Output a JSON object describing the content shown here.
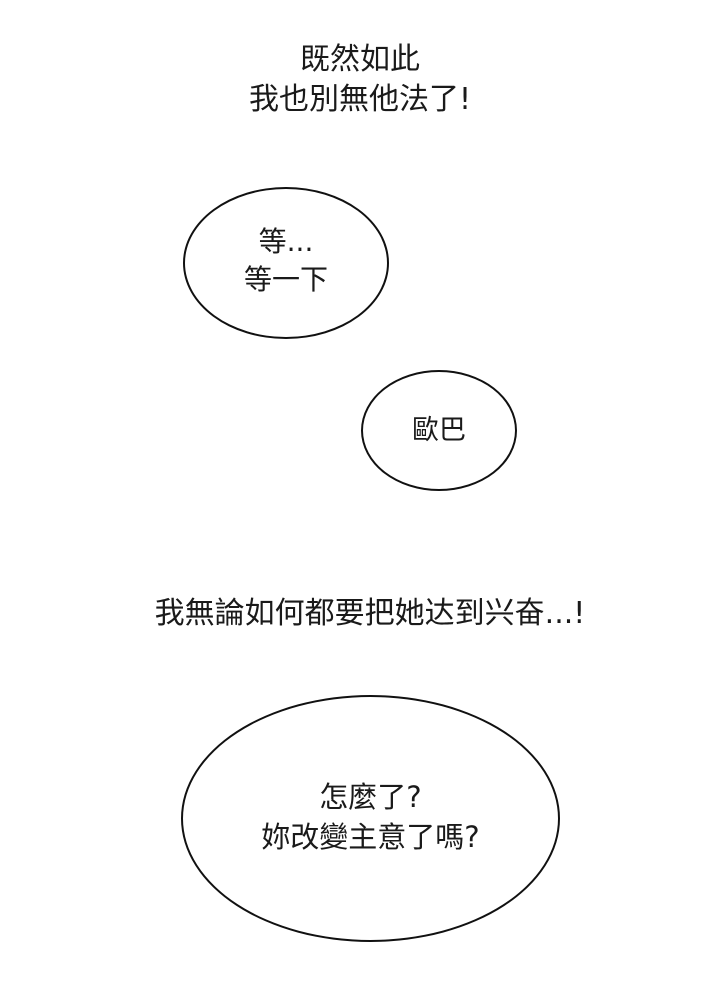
{
  "panel": {
    "background": "#ffffff",
    "ink_color": "#1a1a1a",
    "outline_color": "#111111"
  },
  "narrations": [
    {
      "lines": [
        "既然如此",
        "我也別無他法了!"
      ]
    },
    {
      "lines": [
        "我無論如何都要把她达到兴奋...!"
      ]
    }
  ],
  "bubbles": [
    {
      "shape": "ellipse",
      "lines": [
        "等...",
        "等一下"
      ]
    },
    {
      "shape": "ellipse",
      "lines": [
        "歐巴"
      ]
    },
    {
      "shape": "ellipse",
      "lines": [
        "怎麼了?",
        "妳改變主意了嗎?"
      ]
    }
  ]
}
